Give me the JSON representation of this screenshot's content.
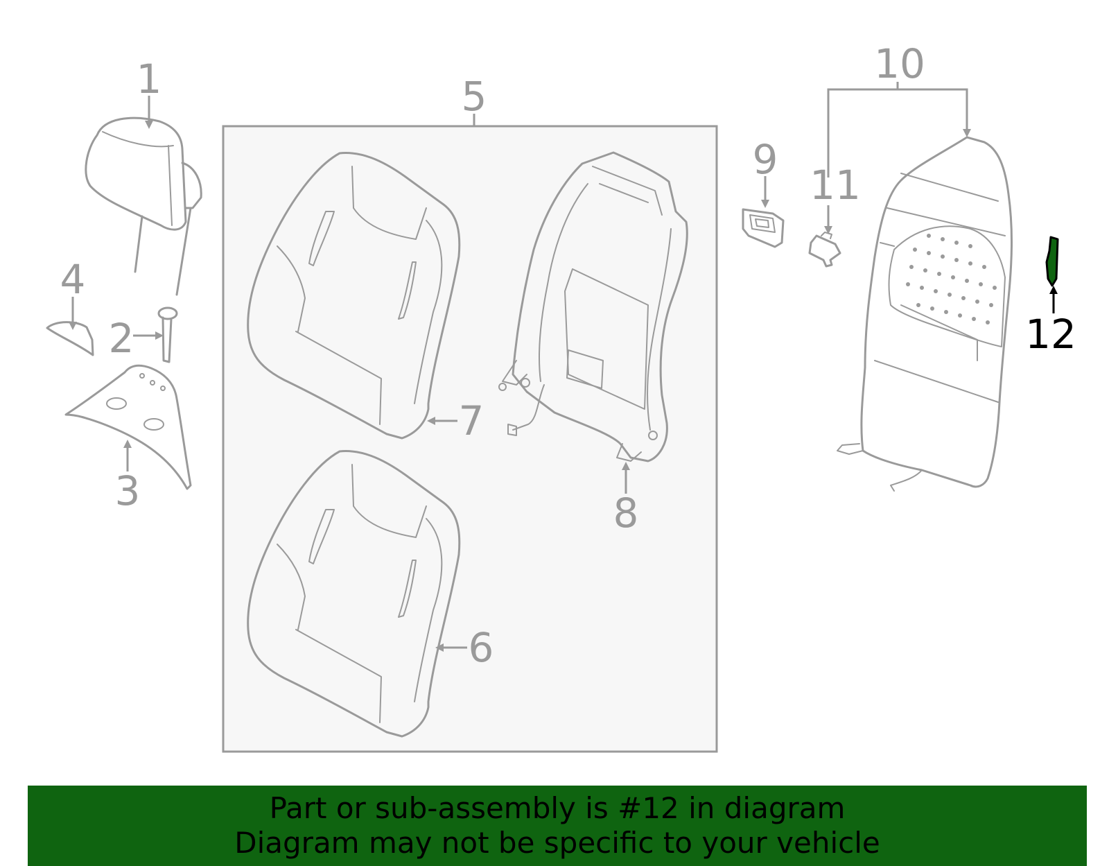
{
  "diagram": {
    "callouts": [
      {
        "id": "1",
        "label": "1"
      },
      {
        "id": "2",
        "label": "2"
      },
      {
        "id": "3",
        "label": "3"
      },
      {
        "id": "4",
        "label": "4"
      },
      {
        "id": "5",
        "label": "5"
      },
      {
        "id": "6",
        "label": "6"
      },
      {
        "id": "7",
        "label": "7"
      },
      {
        "id": "8",
        "label": "8"
      },
      {
        "id": "9",
        "label": "9"
      },
      {
        "id": "10",
        "label": "10"
      },
      {
        "id": "11",
        "label": "11"
      },
      {
        "id": "12",
        "label": "12"
      }
    ],
    "highlighted_part": "12",
    "colors": {
      "line": "#9a9a9a",
      "highlight": "#0f6410",
      "highlight_label": "#000000",
      "box_fill": "#f7f7f7"
    }
  },
  "banner": {
    "line1": "Part or sub-assembly is #12 in diagram",
    "line2": "Diagram may not be specific to your vehicle",
    "background": "#0f6410"
  }
}
